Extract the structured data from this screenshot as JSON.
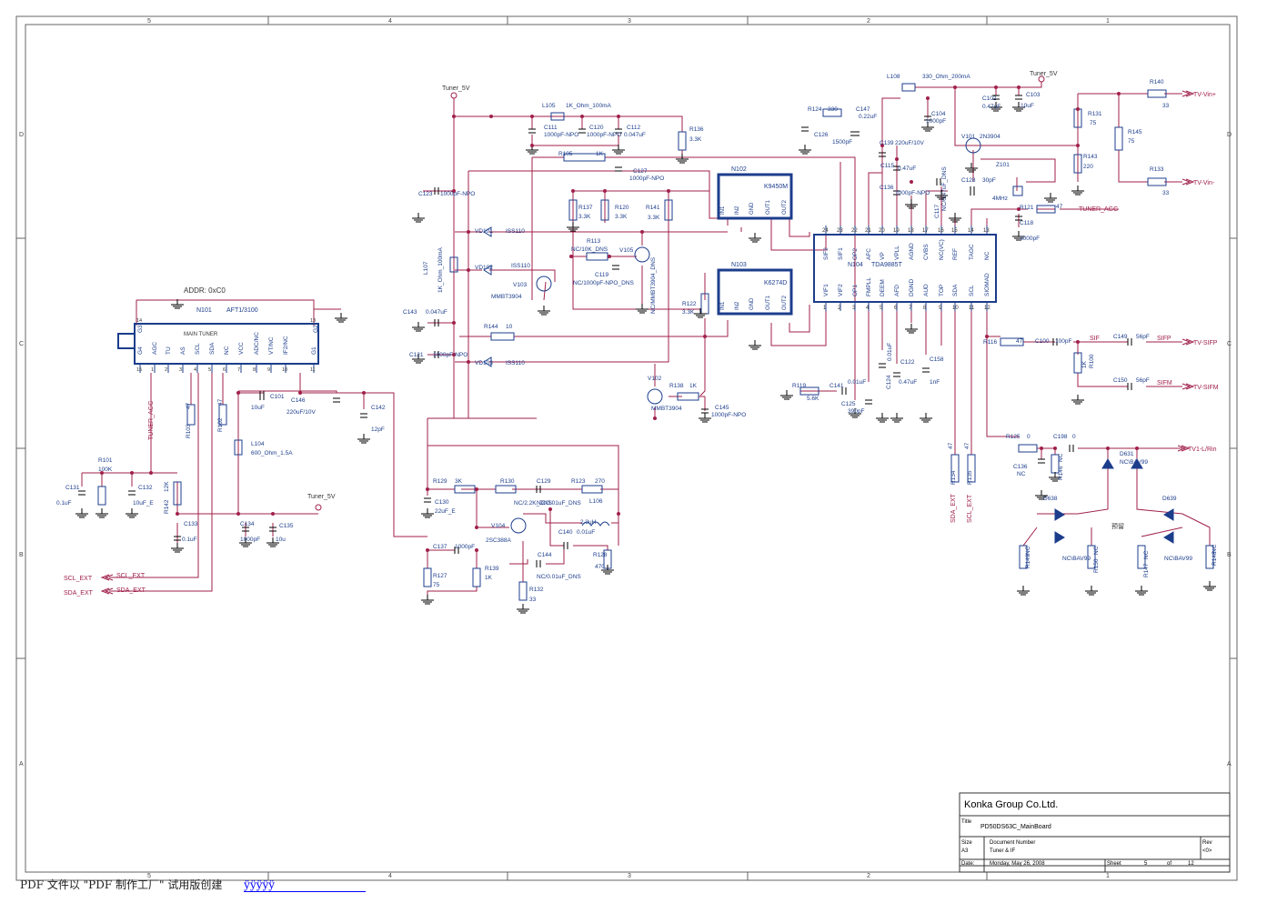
{
  "border": {
    "cols_top": [
      "5",
      "4",
      "3",
      "2",
      "1"
    ],
    "rows_side": [
      "D",
      "C",
      "B",
      "A"
    ]
  },
  "title_block": {
    "company": "Konka Group Co.Ltd.",
    "title_label": "Title",
    "title": "PD50DS63C_MainBoard",
    "size_label": "Size",
    "size": "A3",
    "docnum_label": "Document Number",
    "docnum": "Tuner & IF",
    "rev_label": "Rev",
    "rev": "<0>",
    "date_label": "Date:",
    "date": "Monday, May 26, 2008",
    "sheet_label": "Sheet",
    "sheet": "5",
    "of_label": "of",
    "total": "12"
  },
  "tuner": {
    "ref": "N101",
    "part": "AFT1/3100",
    "name": "MAIN TUNER",
    "addr": "ADDR: 0xC0",
    "pins": [
      "G4",
      "AGC",
      "TU",
      "AS",
      "SCL",
      "SDA",
      "NC",
      "VCC",
      "ADC/NC",
      "VT/NC",
      "IF2/NC",
      "G1",
      "G2",
      "G3"
    ],
    "pin_nums": [
      "15",
      "1",
      "2",
      "3",
      "4",
      "5",
      "6",
      "7",
      "8",
      "9",
      "10",
      "11",
      "12",
      "13",
      "14"
    ]
  },
  "n104": {
    "ref": "N104",
    "part": "TDA9885T",
    "top_pins": [
      "SIF2",
      "SIF1",
      "OP2",
      "AFC",
      "VP",
      "VPLL",
      "AGND",
      "CVBS",
      "NC(VC)",
      "REF",
      "TAGC",
      "NC"
    ],
    "top_nums": [
      "24",
      "23",
      "22",
      "21",
      "20",
      "19",
      "18",
      "17",
      "16",
      "15",
      "14",
      "13"
    ],
    "bot_pins": [
      "VIF1",
      "VIF2",
      "OP1",
      "FMPLL",
      "DEEM",
      "AFD",
      "DGND",
      "AUD",
      "TOP",
      "SDA",
      "SCL",
      "SIOMAD"
    ],
    "bot_nums": [
      "1",
      "2",
      "3",
      "4",
      "5",
      "6",
      "7",
      "8",
      "9",
      "10",
      "11",
      "12"
    ]
  },
  "saw": [
    {
      "ref": "N102",
      "part": "K9450M"
    },
    {
      "ref": "N103",
      "part": "K6274D"
    }
  ],
  "nets": {
    "tuner5v": "Tuner_5V",
    "tuner_agc": "TUNER_AGC",
    "scl_ext": "SCL_EXT",
    "sda_ext": "SDA_EXT",
    "tv_vin_p": "TV-Vin+",
    "tv_vin_m": "TV-Vin-",
    "tv_sifp": "TV-SIFP",
    "tv_sifm": "TV-SIFM",
    "tv1_lrin": "TV1-L/Rin",
    "sif": "SIF",
    "sifp": "SIFP",
    "sifm": "SIFM",
    "reserve": "预留"
  },
  "labels": [
    "L105",
    "1K_Ohm_100mA",
    "C111",
    "1000pF-NPO",
    "C120",
    "1000pF-NPO",
    "C112",
    "0.047uF",
    "R136",
    "3.3K",
    "R105",
    "1K",
    "C127",
    "1000pF-NPO",
    "C123",
    "1000pF-NPO",
    "R137",
    "3.3K",
    "R120",
    "3.3K",
    "R141",
    "3.3K",
    "R113",
    "NC/10K_DNS",
    "V105",
    "C119",
    "NC/1000pF-NPO_DNS",
    "NC/MMBT3904_DNS",
    "V103",
    "MMBT3904",
    "R122",
    "3.3K",
    "VD101",
    "ISS110",
    "VD102",
    "ISS110",
    "VD103",
    "ISS110",
    "L107",
    "1K_Ohm_100mA",
    "C143",
    "0.047uF",
    "R144",
    "10",
    "C121",
    "1000pF-NPO",
    "V102",
    "MMBT3904",
    "R138",
    "1K",
    "C145",
    "1000pF-NPO",
    "R124",
    "330",
    "C126",
    "1500pF",
    "C147",
    "0.22uF",
    "L108",
    "330_Ohm_200mA",
    "C102",
    "0.47uF",
    "C103",
    "10uF",
    "C104",
    "1000pF",
    "C139",
    "220uF/10V",
    "C115",
    "0.47uF",
    "C136",
    "1000pF-NPO",
    "C117",
    "NC/0.47uF_DNS",
    "C128",
    "30pF",
    "Z101",
    "4MHz",
    "V101",
    "2N3904",
    "R131",
    "75",
    "R143",
    "220",
    "R140",
    "33",
    "R145",
    "75",
    "R133",
    "33",
    "R121",
    "47",
    "C118",
    "1000pF",
    "R116",
    "47",
    "C100",
    "100pF",
    "R100",
    "1K",
    "C149",
    "56pF",
    "C150",
    "56pF",
    "R119",
    "5.6K",
    "C141",
    "0.01uF",
    "C125",
    "390pF",
    "C124",
    "0.01uF",
    "C122",
    "0.47uF",
    "C158",
    "1nF",
    "R134",
    "47",
    "R135",
    "47",
    "R125",
    "0",
    "C198",
    "0",
    "C136",
    "NC",
    "R146",
    "NC",
    "D631",
    "NC\\BAV99",
    "D638",
    "NC\\BAV99",
    "D639",
    "NC\\BAV99",
    "R149",
    "NC",
    "R150",
    "NC",
    "R147",
    "NC",
    "R148",
    "NC",
    "R101",
    "100K",
    "C131",
    "0.1uF",
    "C132",
    "10uF_E",
    "R142",
    "12K",
    "C133",
    "0.1uF",
    "C134",
    "1000pF",
    "C135",
    "10u",
    "R103",
    "47",
    "R102",
    "47",
    "C101",
    "10uF",
    "C146",
    "220uF/10V",
    "L104",
    "600_Ohm_1.5A",
    "C142",
    "12pF",
    "R129",
    "3K",
    "R130",
    "NC/2.2K_DNS",
    "C129",
    "NC/0.01uF_DNS",
    "R123",
    "270",
    "C130",
    "22uF_E",
    "L106",
    "2.2uH",
    "V104",
    "2SC388A",
    "C140",
    "0.01uF",
    "C137",
    "1000pF",
    "C144",
    "NC/0.01uF_DNS",
    "R128",
    "470",
    "R127",
    "75",
    "R139",
    "1K",
    "R132",
    "33"
  ],
  "footer": {
    "text": "PDF 文件以 \"PDF 制作工厂\" 试用版创建",
    "link": "ÿÿÿÿÿ"
  }
}
